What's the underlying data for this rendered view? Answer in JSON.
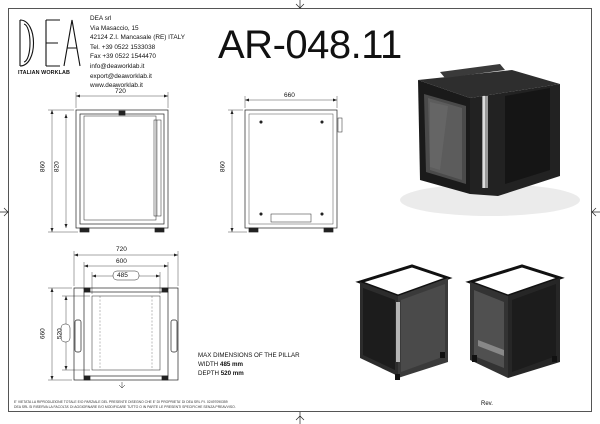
{
  "company": {
    "name": "DEA srl",
    "address1": "Via Masaccio, 15",
    "address2": "42124 Z.I. Mancasale (RE) ITALY",
    "tel": "Tel. +39 0522 1533038",
    "fax": "Fax +39 0522 1544470",
    "email1": "info@deaworklab.it",
    "email2": "export@deaworklab.it",
    "web": "www.deaworklab.it"
  },
  "logo": {
    "letters": "DEA",
    "tagline": "ITALIAN WORKLAB"
  },
  "product_code": "AR-048.11",
  "dimensions": {
    "front_width": "720",
    "front_height_outer": "860",
    "front_height_inner": "820",
    "side_depth": "660",
    "side_height": "860",
    "top_width_outer": "720",
    "top_width_inner": "600",
    "top_pillar_width": "485",
    "top_depth_outer": "660",
    "top_pillar_depth": "520"
  },
  "max_dimensions": {
    "heading": "MAX DIMENSIONS OF THE PILLAR",
    "width_label": "WIDTH",
    "width_value": "485 mm",
    "depth_label": "DEPTH",
    "depth_value": "520 mm"
  },
  "footer": {
    "line1": "E' VIETATA LA RIPRODUZIONE TOTALE E/O PARZIALE DEL PRESENTE DISEGNO CHE E' DI PROPRIETA' DI DEA SRL P.I. 02497090359",
    "line2": "DEA SRL SI RISERVA LA FACOLTA' DI AGGIORNARE E/O MODIFICARE TUTTO O IN PARTE LE PRESENTI SPECIFICHE SENZA PREAVVISO."
  },
  "revision_label": "Rev.",
  "colors": {
    "line": "#222222",
    "cabinet_dark": "#1c1c1c",
    "cabinet_glass": "#3a3a3a"
  }
}
